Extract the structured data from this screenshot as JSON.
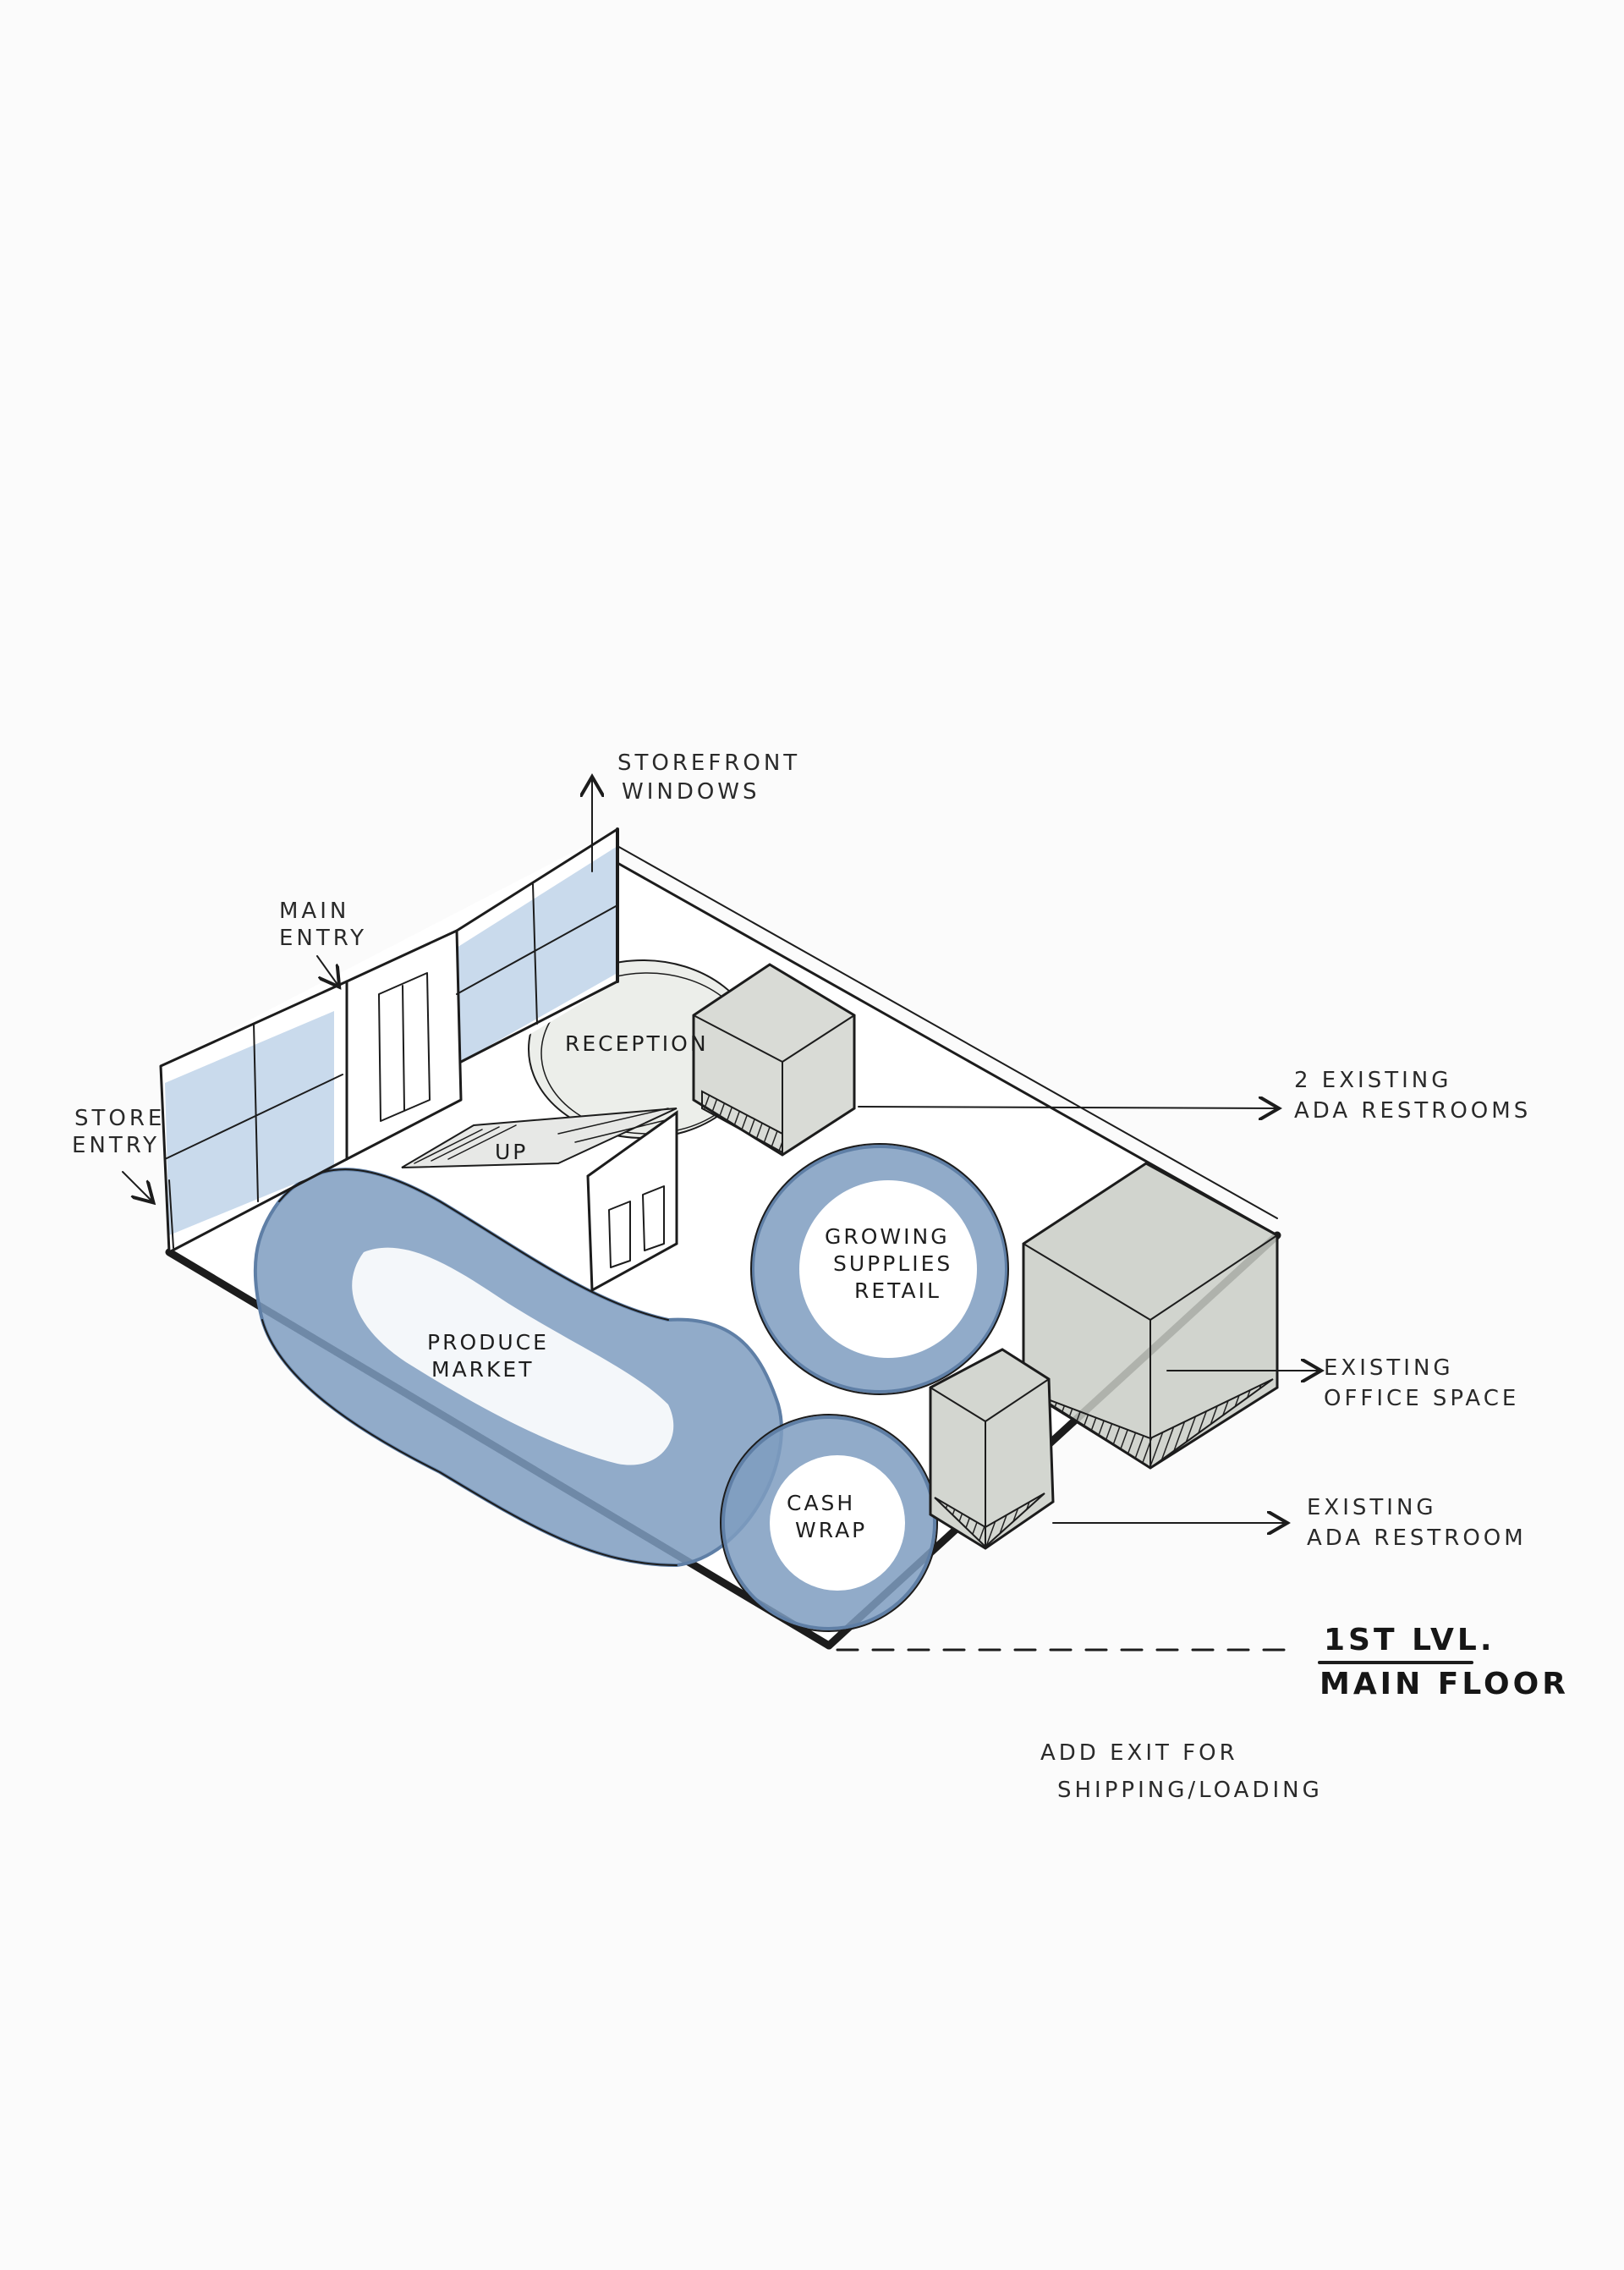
{
  "labels": {
    "storefront": [
      "STOREFRONT",
      "WINDOWS"
    ],
    "main_entry": [
      "MAIN",
      "ENTRY"
    ],
    "store_entry": [
      "STORE",
      "ENTRY"
    ],
    "restrooms_2": [
      "2 EXISTING",
      "ADA RESTROOMS"
    ],
    "office": [
      "EXISTING",
      "OFFICE SPACE"
    ],
    "restroom_1": [
      "EXISTING",
      "ADA RESTROOM"
    ],
    "level": [
      "1ST LVL.",
      "MAIN FLOOR"
    ],
    "exit_note": [
      "ADD EXIT FOR",
      "SHIPPING/LOADING"
    ]
  },
  "zones": {
    "reception": "RECEPTION",
    "up": "UP",
    "produce": [
      "PRODUCE",
      "MARKET"
    ],
    "growing": [
      "GROWING",
      "SUPPLIES",
      "RETAIL"
    ],
    "cash_wrap": [
      "CASH",
      "WRAP"
    ]
  },
  "colors": {
    "ink": "#1c1c1c",
    "marker_blue": "#7e9cc0",
    "marker_blue_dark": "#5f7fa6",
    "glass_blue": "#c9daec",
    "box_grey": "#c9ccc6"
  }
}
